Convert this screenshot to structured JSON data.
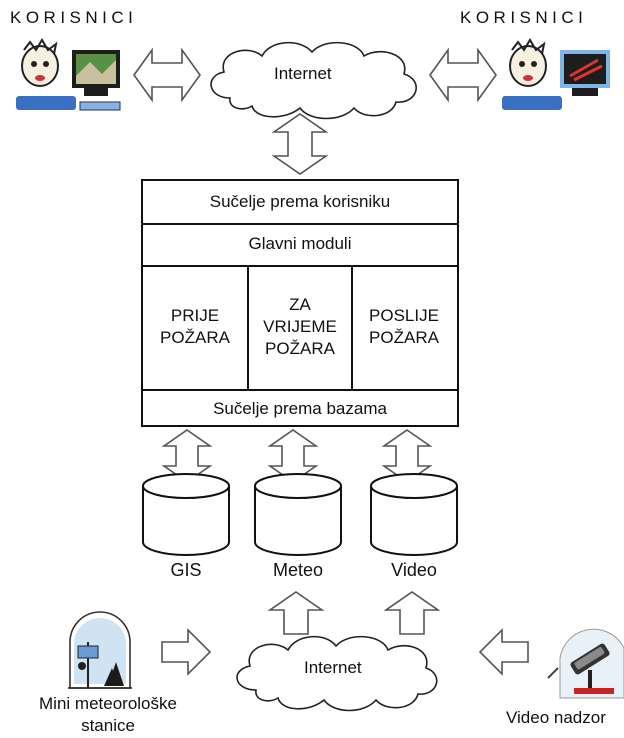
{
  "top": {
    "users_left": "KORISNICI",
    "users_right": "KORISNICI",
    "internet": "Internet"
  },
  "system": {
    "user_interface": "Sučelje prema korisniku",
    "main_modules": "Glavni moduli",
    "before_fire": [
      "PRIJE",
      "POŽARA"
    ],
    "during_fire": [
      "ZA",
      "VRIJEME",
      "POŽARA"
    ],
    "after_fire": [
      "POSLIJE",
      "POŽARA"
    ],
    "db_interface": "Sučelje prema bazama"
  },
  "databases": [
    "GIS",
    "Meteo",
    "Video"
  ],
  "bottom": {
    "internet": "Internet",
    "stations_line1": "Mini meteorološke",
    "stations_line2": "stanice",
    "video": "Video nadzor"
  },
  "icons": [
    "user-at-computer-icon",
    "cloud-icon",
    "double-arrow-icon",
    "database-cylinder-icon",
    "weather-station-icon",
    "surveillance-camera-icon"
  ]
}
